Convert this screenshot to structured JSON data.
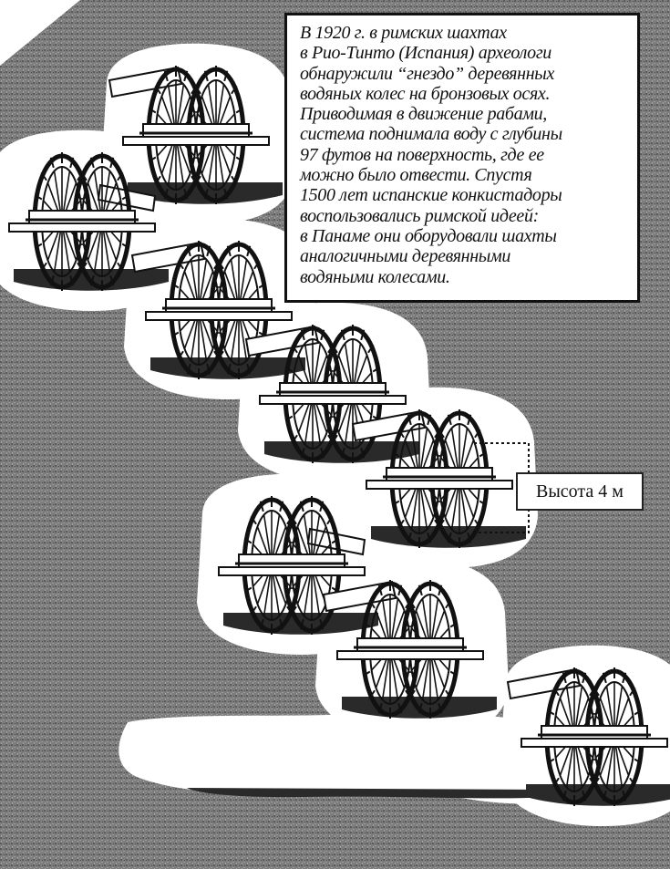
{
  "caption": {
    "lines": [
      "В 1920 г. в римских шахтах",
      "в Рио-Тинто (Испания) археологи",
      "обнаружили “гнездо” деревянных",
      "водяных колес на бронзовых осях.",
      "Приводимая в движение рабами,",
      "система поднимала воду с глубины",
      "97 футов на поверхность, где ее",
      "можно было отвести. Спустя",
      "1500 лет испанские конкистадоры",
      "воспользовались римской идеей:",
      "в Панаме они оборудовали шахты",
      "аналогичными деревянными",
      "водяными колесами."
    ]
  },
  "height_label": "Высота 4 м",
  "colors": {
    "rock": "#7d7d7d",
    "rock_dark": "#565656",
    "cave": "#ffffff",
    "ink": "#111111",
    "water": "#2a2a2a"
  },
  "wheel_stages": 8
}
